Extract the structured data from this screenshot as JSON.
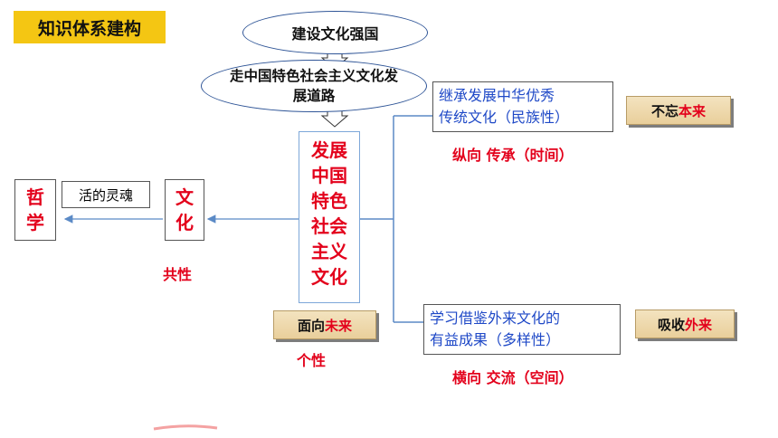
{
  "header": {
    "title": "知识体系建构"
  },
  "top": {
    "ellipse1": "建设文化强国",
    "ellipse2": "走中国特色社会主义文化发展道路"
  },
  "center": {
    "chars": [
      "发展",
      "中国",
      "特色",
      "社会",
      "主义",
      "文化"
    ],
    "future_badge": {
      "prefix": "面向",
      "highlight": "未来"
    },
    "individuality": "个性"
  },
  "left": {
    "philosophy": [
      "哲",
      "学"
    ],
    "soul_label": "活的灵魂",
    "culture": [
      "文",
      "化"
    ],
    "commonality": "共性"
  },
  "right_top": {
    "text_line1": "继承发展中华优秀",
    "text_line2": "传统文化（民族性）",
    "caption": "纵向 传承（时间）",
    "badge": {
      "prefix": "不忘",
      "highlight": "本来"
    }
  },
  "right_bottom": {
    "text_line1": "学习借鉴外来文化的",
    "text_line2": "有益成果（多样性）",
    "caption": "横向 交流（空间）",
    "badge": {
      "prefix": "吸收",
      "highlight": "外来"
    }
  },
  "colors": {
    "red": "#e3001b",
    "blue": "#1f49c7",
    "yellow": "#f4c613",
    "line": "#5b8ac6"
  }
}
